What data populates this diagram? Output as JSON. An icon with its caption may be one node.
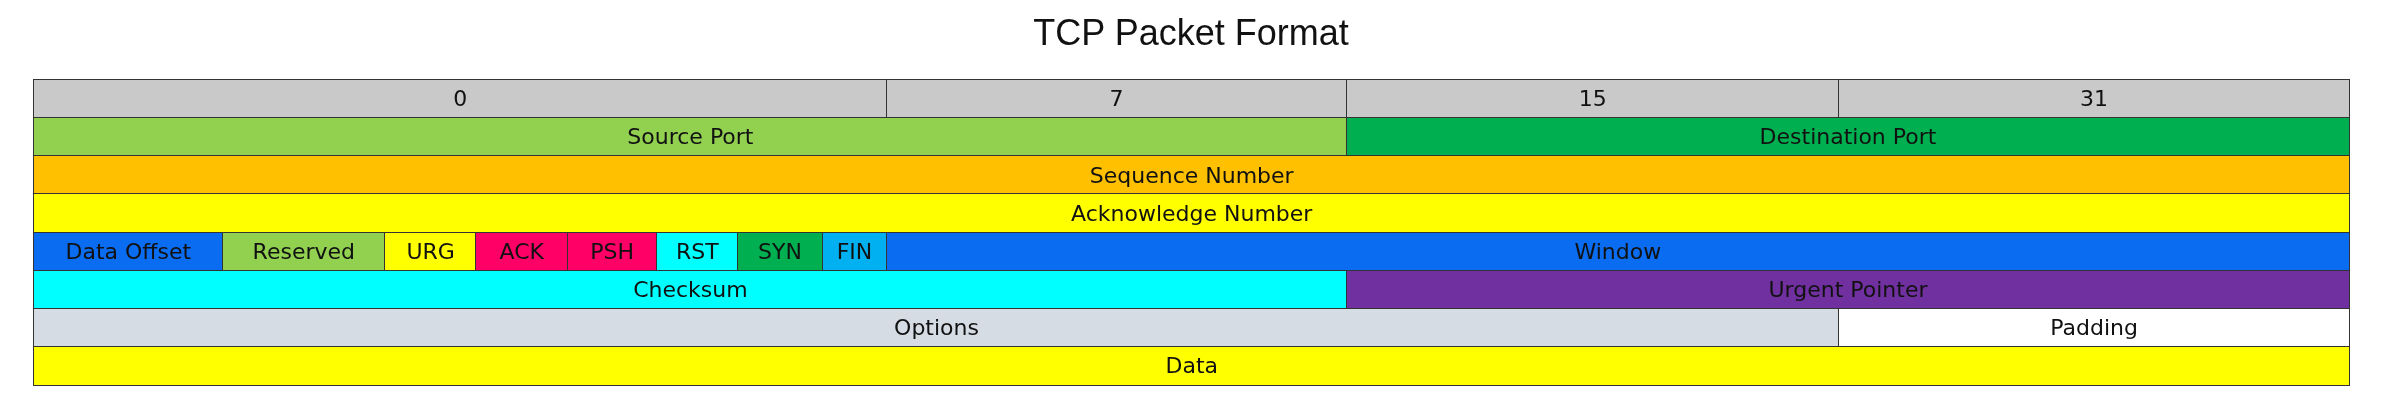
{
  "diagram": {
    "title": "TCP Packet Format",
    "nodes": [
      {
        "text": [
          "0"
        ]
      },
      {
        "text": [
          "7"
        ]
      },
      {
        "text": [
          "15"
        ]
      },
      {
        "text": [
          "31"
        ]
      },
      {
        "text": [
          "Source Port"
        ]
      },
      {
        "text": [
          "Destination Port"
        ]
      },
      {
        "text": [
          "Sequence Number"
        ]
      },
      {
        "text": [
          "Acknowledge Number"
        ]
      },
      {
        "text": [
          "Data Offset"
        ]
      },
      {
        "text": [
          "Reserved"
        ]
      },
      {
        "text": [
          "URG"
        ]
      },
      {
        "text": [
          "ACK"
        ]
      },
      {
        "text": [
          "PSH"
        ]
      },
      {
        "text": [
          "RST"
        ]
      },
      {
        "text": [
          "SYN"
        ]
      },
      {
        "text": [
          "FIN"
        ]
      },
      {
        "text": [
          "Window"
        ]
      },
      {
        "text": [
          "Checksum"
        ]
      },
      {
        "text": [
          "Urgent Pointer"
        ]
      },
      {
        "text": [
          "Options"
        ]
      },
      {
        "text": [
          "Padding"
        ]
      },
      {
        "text": [
          "Data"
        ]
      }
    ]
  }
}
